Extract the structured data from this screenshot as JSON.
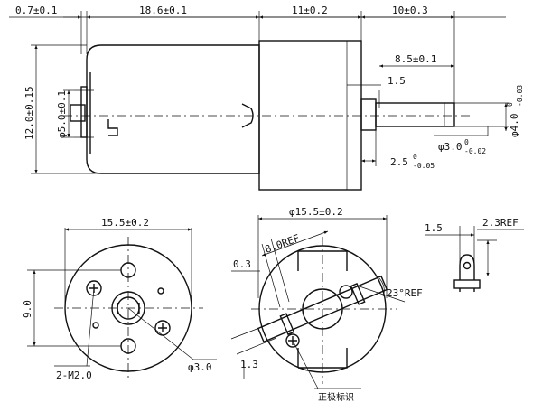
{
  "side_view": {
    "dims": {
      "terminal_thickness": "0.7±0.1",
      "body_length": "18.6±0.1",
      "gearbox_length": "11±0.2",
      "shaft_length": "10±0.3",
      "flat_length": "8.5±0.1",
      "shaft_step": "1.5",
      "body_height": "12.0±0.15",
      "boss_diameter": "φ5.0±0.1",
      "shaft_step_length": "2.5",
      "shaft_step_tol_upper": "0",
      "shaft_step_tol_lower": "-0.05",
      "flat_diameter": "φ3.0",
      "flat_tol_upper": "0",
      "flat_tol_lower": "-0.02",
      "shaft_diameter": "φ4.0",
      "shaft_tol_upper": "0",
      "shaft_tol_lower": "-0.03"
    }
  },
  "front_view": {
    "dims": {
      "width": "15.5±0.2",
      "hole_spacing": "9.0",
      "screw_holes": "2-M2.0",
      "hole_diameter": "φ3.0"
    }
  },
  "gear_view": {
    "dims": {
      "diameter": "φ15.5±0.2",
      "width_ref": "8.0REF",
      "gap": "0.3",
      "angle_ref": "23°REF",
      "offset": "1.3",
      "polarity_label": "正极标识"
    }
  },
  "terminal_view": {
    "dims": {
      "width": "1.5",
      "height_ref": "2.3REF"
    }
  }
}
